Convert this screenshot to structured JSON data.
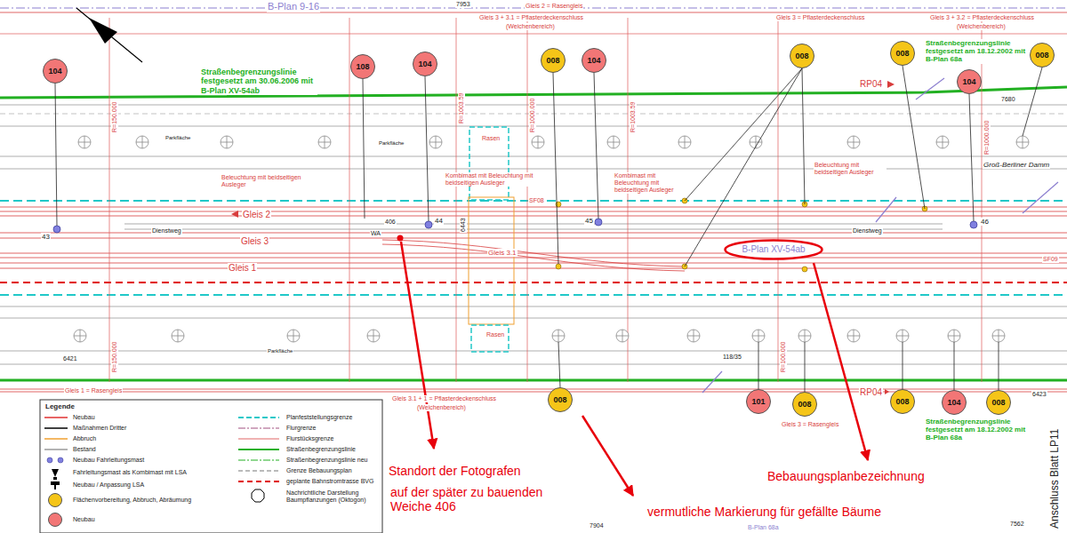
{
  "diagram": {
    "nodes": [
      {
        "text": [
          "104"
        ]
      },
      {
        "text": [
          "108"
        ]
      },
      {
        "text": [
          "104"
        ]
      },
      {
        "text": [
          "008"
        ]
      },
      {
        "text": [
          "104"
        ]
      },
      {
        "text": [
          "008"
        ]
      },
      {
        "text": [
          "008"
        ]
      },
      {
        "text": [
          "104"
        ]
      },
      {
        "text": [
          "008"
        ]
      },
      {
        "text": [
          "B-Plan XV-54ab"
        ]
      },
      {
        "text": [
          "008"
        ]
      },
      {
        "text": [
          "101"
        ]
      },
      {
        "text": [
          "008"
        ]
      },
      {
        "text": [
          "008"
        ]
      },
      {
        "text": [
          "104"
        ]
      },
      {
        "text": [
          "008"
        ]
      }
    ],
    "labels": [
      "B-Plan 9-16",
      "7953",
      "Gleis 2 = Rasengleis",
      "Gleis 3 + 3.1 = Pflasterdeckenschluss",
      "(Weichenbereich)",
      "Gleis 3 = Pflasterdeckenschluss",
      "Gleis 3 + 3.2 = Pflasterdeckenschluss",
      "(Weichenbereich)",
      "Straßenbegrenzungslinie festgesetzt am 30.06.2006 mit B-Plan XV-54ab",
      "Straßenbegrenzungslinie festgesetzt am 18.12.2002 mit B-Plan 68a",
      "RP04",
      "Beleuchtung mit beidseitigen Ausleger",
      "Kombimast mit Beleuchtung mit beidseitigen Ausleger",
      "Kombimast mit Beleuchtung mit beidseitigen Ausleger",
      "Beleuchtung mit beidseitigen Ausleger",
      "Groß-Berliner Damm",
      "Rasen",
      "Gleis 2",
      "Dienstweg",
      "Dienstweg",
      "Gleis 3",
      "Gleis 1",
      "Gleis 3.1",
      "WA",
      "406",
      "43",
      "44",
      "45",
      "46",
      "6443",
      "SF08",
      "SF09",
      "118/35",
      "Rasen",
      "6421",
      "Gleis 1 = Rasengleis",
      "Gleis 3.1 + 1 = Pflasterdeckenschluss",
      "(Weichenbereich)",
      "RP04",
      "Straßenbegrenzungslinie festgesetzt am 18.12.2002 mit B-Plan 68a",
      "Gleis 3 = Rasengleis",
      "7680",
      "6423",
      "7904",
      "7562",
      "B-Plan 68a",
      "Standort der Fotografen",
      "auf der später zu bauenden Weiche 406",
      "vermutliche Markierung für gefällte Bäume",
      "Bebauungsplanbezeichnung",
      "Anschluss Blatt LP11",
      "Legende",
      "R=150.000",
      "R=1003.59",
      "R=1000.000",
      "R=1003.59",
      "R=1000.000",
      "R=150.000",
      "R=100.000",
      "Parkfläche",
      "Parkfläche",
      "Parkfläche"
    ],
    "legend": [
      {
        "text": "Neubau"
      },
      {
        "text": "Maßnahmen Dritter"
      },
      {
        "text": "Abbruch"
      },
      {
        "text": "Bestand"
      },
      {
        "text": "Neubau Fahrleitungsmast"
      },
      {
        "text": "Fahrleitungsmast als Kombimast mit LSA"
      },
      {
        "text": "Neubau / Anpassung LSA"
      },
      {
        "text": "Flächenvorbereitung, Abbruch, Abräumung",
        "color": "#f5c518"
      },
      {
        "text": "Neubau",
        "color": "#f27676"
      },
      {
        "text": "Planfeststellungsgrenze"
      },
      {
        "text": "Flurgrenze"
      },
      {
        "text": "Flurstücksgrenze"
      },
      {
        "text": "Straßenbegrenzungslinie"
      },
      {
        "text": "Straßenbegrenzungslinie neu"
      },
      {
        "text": "Grenze Bebauungsplan"
      },
      {
        "text": "geplante Bahnstromtrasse BVG"
      },
      {
        "text": "Nachrichtliche Darstellung Baumpflanzungen (Oktogon)"
      }
    ]
  }
}
